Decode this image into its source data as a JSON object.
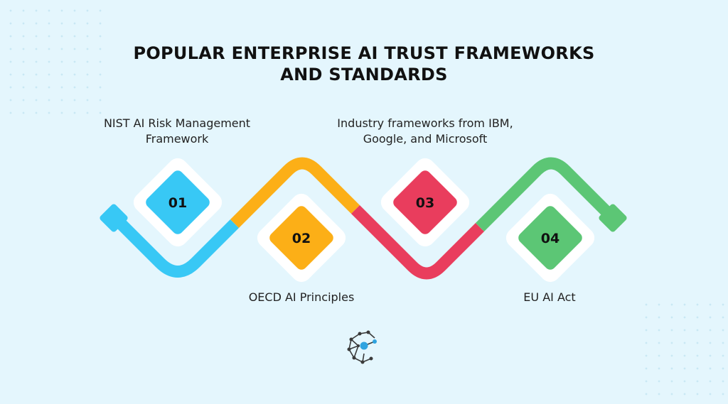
{
  "title": {
    "line1": "POPULAR ENTERPRISE AI TRUST FRAMEWORKS",
    "line2": "AND STANDARDS"
  },
  "steps": [
    {
      "number": "01",
      "label": "NIST AI Risk Management Framework",
      "color": "#38c8f5"
    },
    {
      "number": "02",
      "label": "OECD AI Principles",
      "color": "#fcaf17"
    },
    {
      "number": "03",
      "label": "Industry frameworks from IBM, Google, and Microsoft",
      "color": "#e93d5d"
    },
    {
      "number": "04",
      "label": "EU AI Act",
      "color": "#5cc675"
    }
  ],
  "colors": {
    "background": "#e4f6fd",
    "title": "#111111",
    "diamond_frame": "#ffffff"
  },
  "logo": {
    "icon": "network-brain-icon"
  }
}
